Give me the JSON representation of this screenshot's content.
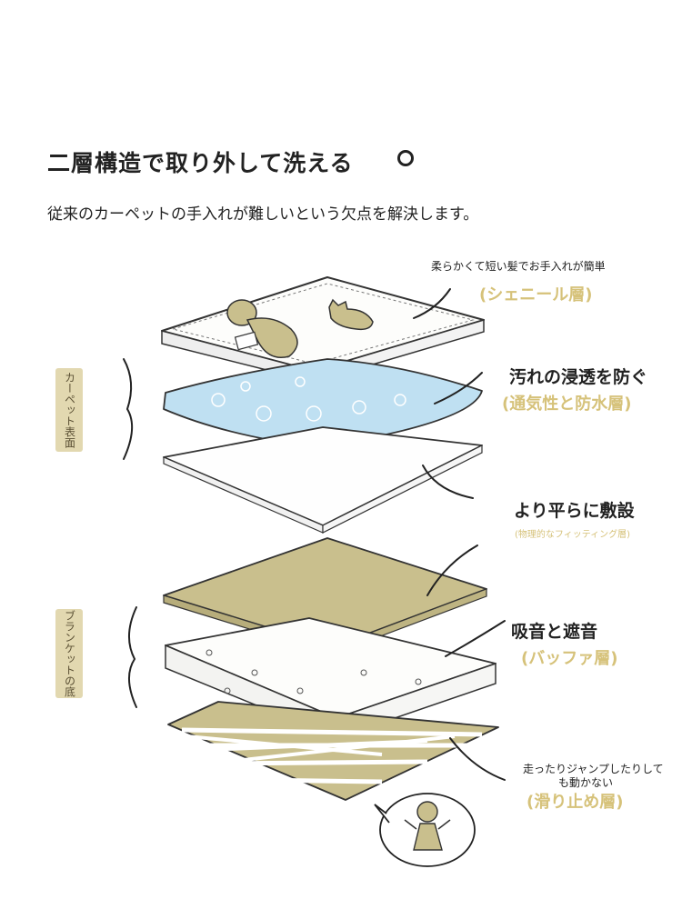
{
  "title": "二層構造で取り外して洗える",
  "subtitle": "従来のカーペットの手入れが難しいという欠点を解決します。",
  "side_tags": {
    "carpet": "カーペット表面",
    "blanket": "ブランケットの底"
  },
  "layers": [
    {
      "label": "柔らかくて短い髪でお手入れが簡単",
      "sublabel": "(シェニール層)"
    },
    {
      "label": "汚れの浸透を防ぐ",
      "sublabel": "(通気性と防水層)"
    },
    {
      "label": "より平らに敷設",
      "sublabel": "(物理的なフィッティング層)"
    },
    {
      "label": "吸音と遮音",
      "sublabel": "(バッファ層)"
    },
    {
      "label_line1": "走ったりジャンプしたりして",
      "label_line2": "も動かない",
      "sublabel": "(滑り止め層)"
    }
  ],
  "colors": {
    "tan": "#d6c27a",
    "khaki": "#c9bf8d",
    "sky": "#bfe0f2",
    "tag_bg": "#e2d8b0",
    "ink": "#222222"
  }
}
